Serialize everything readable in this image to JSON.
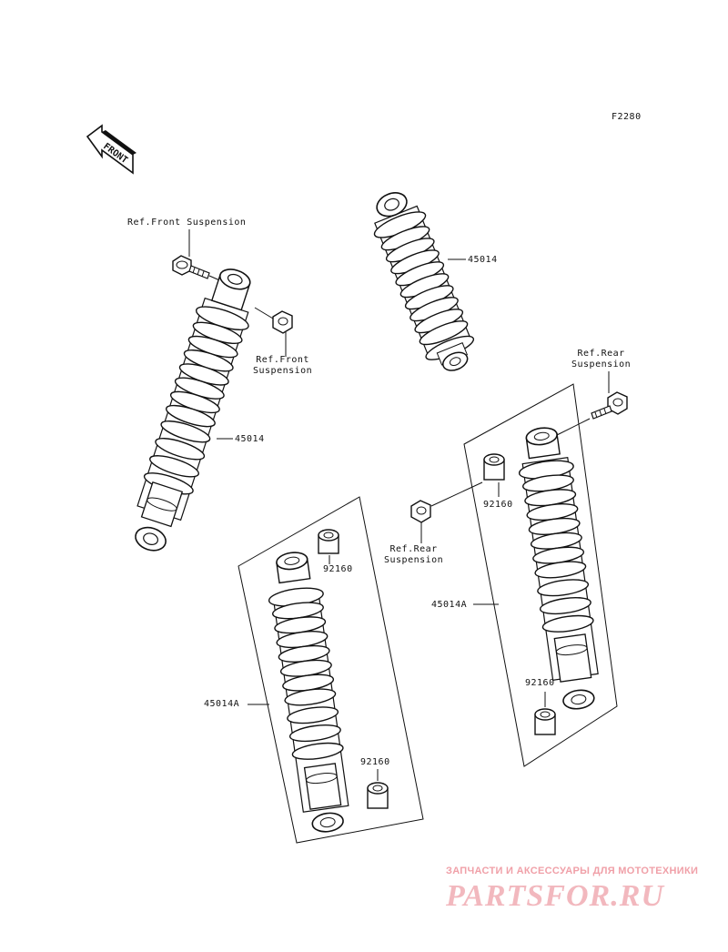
{
  "diagram": {
    "ref_code": "F2280",
    "front_arrow_label": "FRONT",
    "labels": {
      "ref_front_top": "Ref.Front Suspension",
      "ref_front_nut": "Ref.Front\nSuspension",
      "front_shock_part": "45014",
      "top_shock_part": "45014",
      "ref_rear_top": "Ref.Rear\nSuspension",
      "ref_rear_nut": "Ref.Rear\nSuspension",
      "rear_right_bushing_top": "92160",
      "rear_right_part": "45014A",
      "rear_right_bushing_bottom": "92160",
      "rear_left_bushing_top": "92160",
      "rear_left_part": "45014A",
      "rear_left_bushing_bottom": "92160"
    }
  },
  "watermark": {
    "tagline": "ЗАПЧАСТИ И АКСЕССУАРЫ ДЛЯ МОТОТЕХНИКИ",
    "brand": "PARTSFOR.RU"
  }
}
